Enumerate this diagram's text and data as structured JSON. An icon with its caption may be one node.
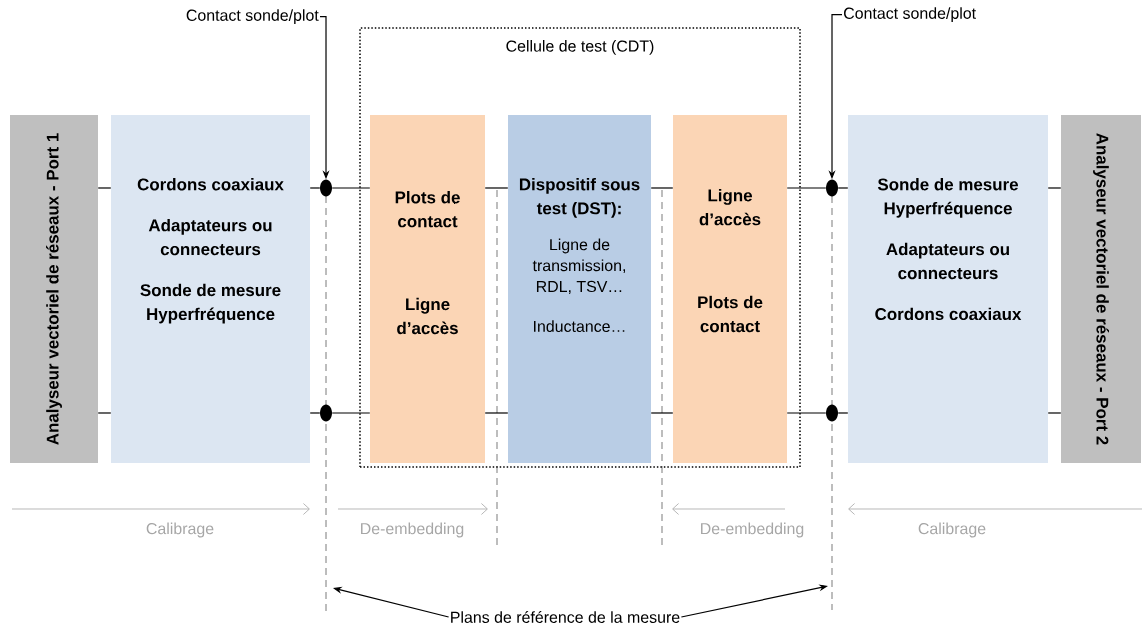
{
  "diagram": {
    "nodes": [
      {
        "text": [
          "Cellule de test (CDT)"
        ]
      },
      {
        "text": [
          "Analyseur vectoriel de réseaux - Port 1"
        ]
      },
      {
        "text": [
          "Cordons coaxiaux",
          "Adaptateurs ou connecteurs",
          "Sonde de mesure Hyperfréquence"
        ]
      },
      {
        "text": [
          "Plots de contact",
          "Ligne d’accès"
        ],
        "in": 0
      },
      {
        "text": [
          "Dispositif sous test (DST):",
          "Ligne de transmission, RDL, TSV…",
          "Inductance…"
        ],
        "in": 0
      },
      {
        "text": [
          "Ligne d’accès",
          "Plots de contact"
        ],
        "in": 0
      },
      {
        "text": [
          "Sonde de mesure Hyperfréquence",
          "Adaptateurs ou connecteurs",
          "Cordons coaxiaux"
        ]
      },
      {
        "text": [
          "Analyseur vectoriel de réseaux - Port 2"
        ]
      },
      {
        "text": [
          "Contact sonde/plot"
        ]
      },
      {
        "text": [
          "Contact sonde/plot"
        ]
      },
      {
        "text": [],
        "shape": "circle"
      },
      {
        "text": [],
        "shape": "circle"
      },
      {
        "text": [],
        "shape": "circle"
      },
      {
        "text": [],
        "shape": "circle"
      },
      {
        "text": [
          "Plans de référence de la mesure"
        ]
      }
    ],
    "edges": [
      {
        "from": 8,
        "to": 10,
        "arrow": "to"
      },
      {
        "from": 9,
        "to": 12,
        "arrow": "to"
      },
      {
        "from": 14,
        "to": null,
        "arrow": "to"
      },
      {
        "from": 14,
        "to": null,
        "arrow": "to"
      },
      {
        "from": 1,
        "to": 2,
        "arrow": "none"
      },
      {
        "from": 1,
        "to": 2,
        "arrow": "none"
      },
      {
        "from": 2,
        "to": 10,
        "arrow": "none"
      },
      {
        "from": 10,
        "to": 3,
        "arrow": "none"
      },
      {
        "from": 2,
        "to": 11,
        "arrow": "none"
      },
      {
        "from": 11,
        "to": 3,
        "arrow": "none"
      },
      {
        "from": 3,
        "to": 4,
        "arrow": "none"
      },
      {
        "from": 3,
        "to": 4,
        "arrow": "none"
      },
      {
        "from": 4,
        "to": 5,
        "arrow": "none"
      },
      {
        "from": 4,
        "to": 5,
        "arrow": "none"
      },
      {
        "from": 5,
        "to": 12,
        "arrow": "none"
      },
      {
        "from": 12,
        "to": 6,
        "arrow": "none"
      },
      {
        "from": 5,
        "to": 13,
        "arrow": "none"
      },
      {
        "from": 13,
        "to": 6,
        "arrow": "none"
      },
      {
        "from": 6,
        "to": 7,
        "arrow": "none"
      },
      {
        "from": 6,
        "to": 7,
        "arrow": "none"
      }
    ],
    "labels": [
      "Calibrage",
      "De-embedding",
      "De-embedding",
      "Calibrage"
    ]
  }
}
